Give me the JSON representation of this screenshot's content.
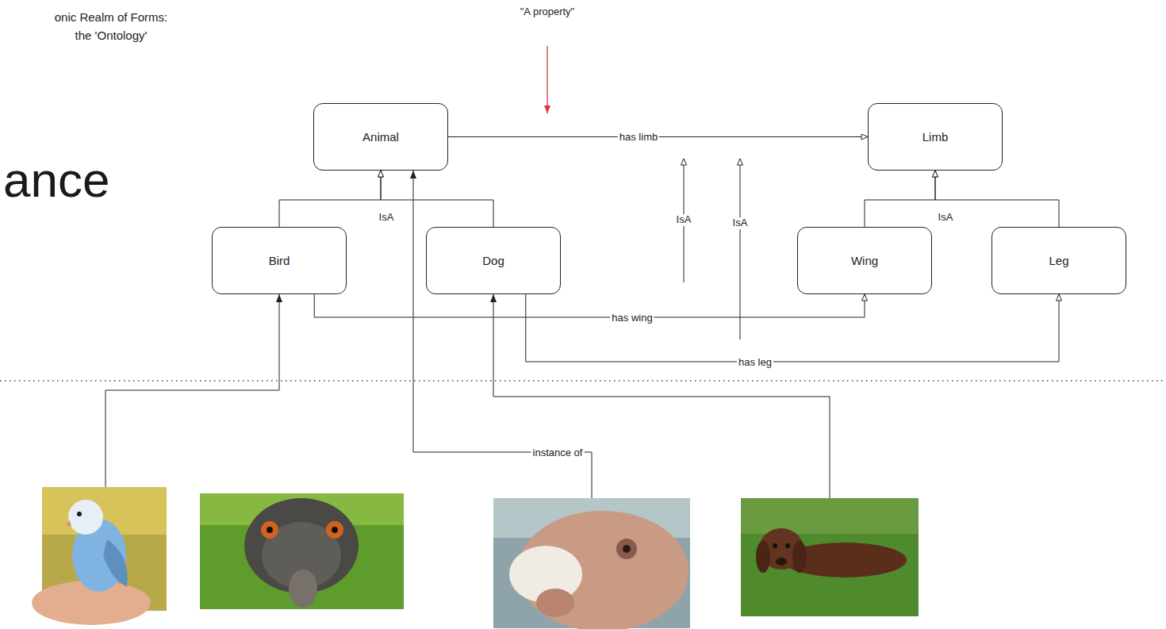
{
  "diagram": {
    "title": "ance",
    "nodes": [
      {
        "text": [
          "Animal"
        ]
      },
      {
        "text": [
          "Limb"
        ]
      },
      {
        "text": [
          "Bird"
        ]
      },
      {
        "text": [
          "Dog"
        ]
      },
      {
        "text": [
          "Wing"
        ]
      },
      {
        "text": [
          "Leg"
        ]
      }
    ],
    "edges": [
      {
        "from": 0,
        "to": 1,
        "label": "has limb",
        "arrow": "to"
      },
      {
        "from": 2,
        "to": 0,
        "label": "IsA",
        "arrow": "to"
      },
      {
        "from": 3,
        "to": 0,
        "arrow": "to"
      },
      {
        "from": 4,
        "to": 1,
        "label": "IsA",
        "arrow": "to"
      },
      {
        "from": 5,
        "to": 1,
        "arrow": "to"
      },
      {
        "from": 2,
        "to": 4,
        "label": "has wing",
        "arrow": "to"
      },
      {
        "from": 3,
        "to": 5,
        "label": "has leg",
        "arrow": "to"
      }
    ],
    "labels": [
      "\"A property\"",
      "onic Realm of Forms: the 'Ontology'",
      "IsA",
      "IsA",
      "instance of"
    ]
  }
}
